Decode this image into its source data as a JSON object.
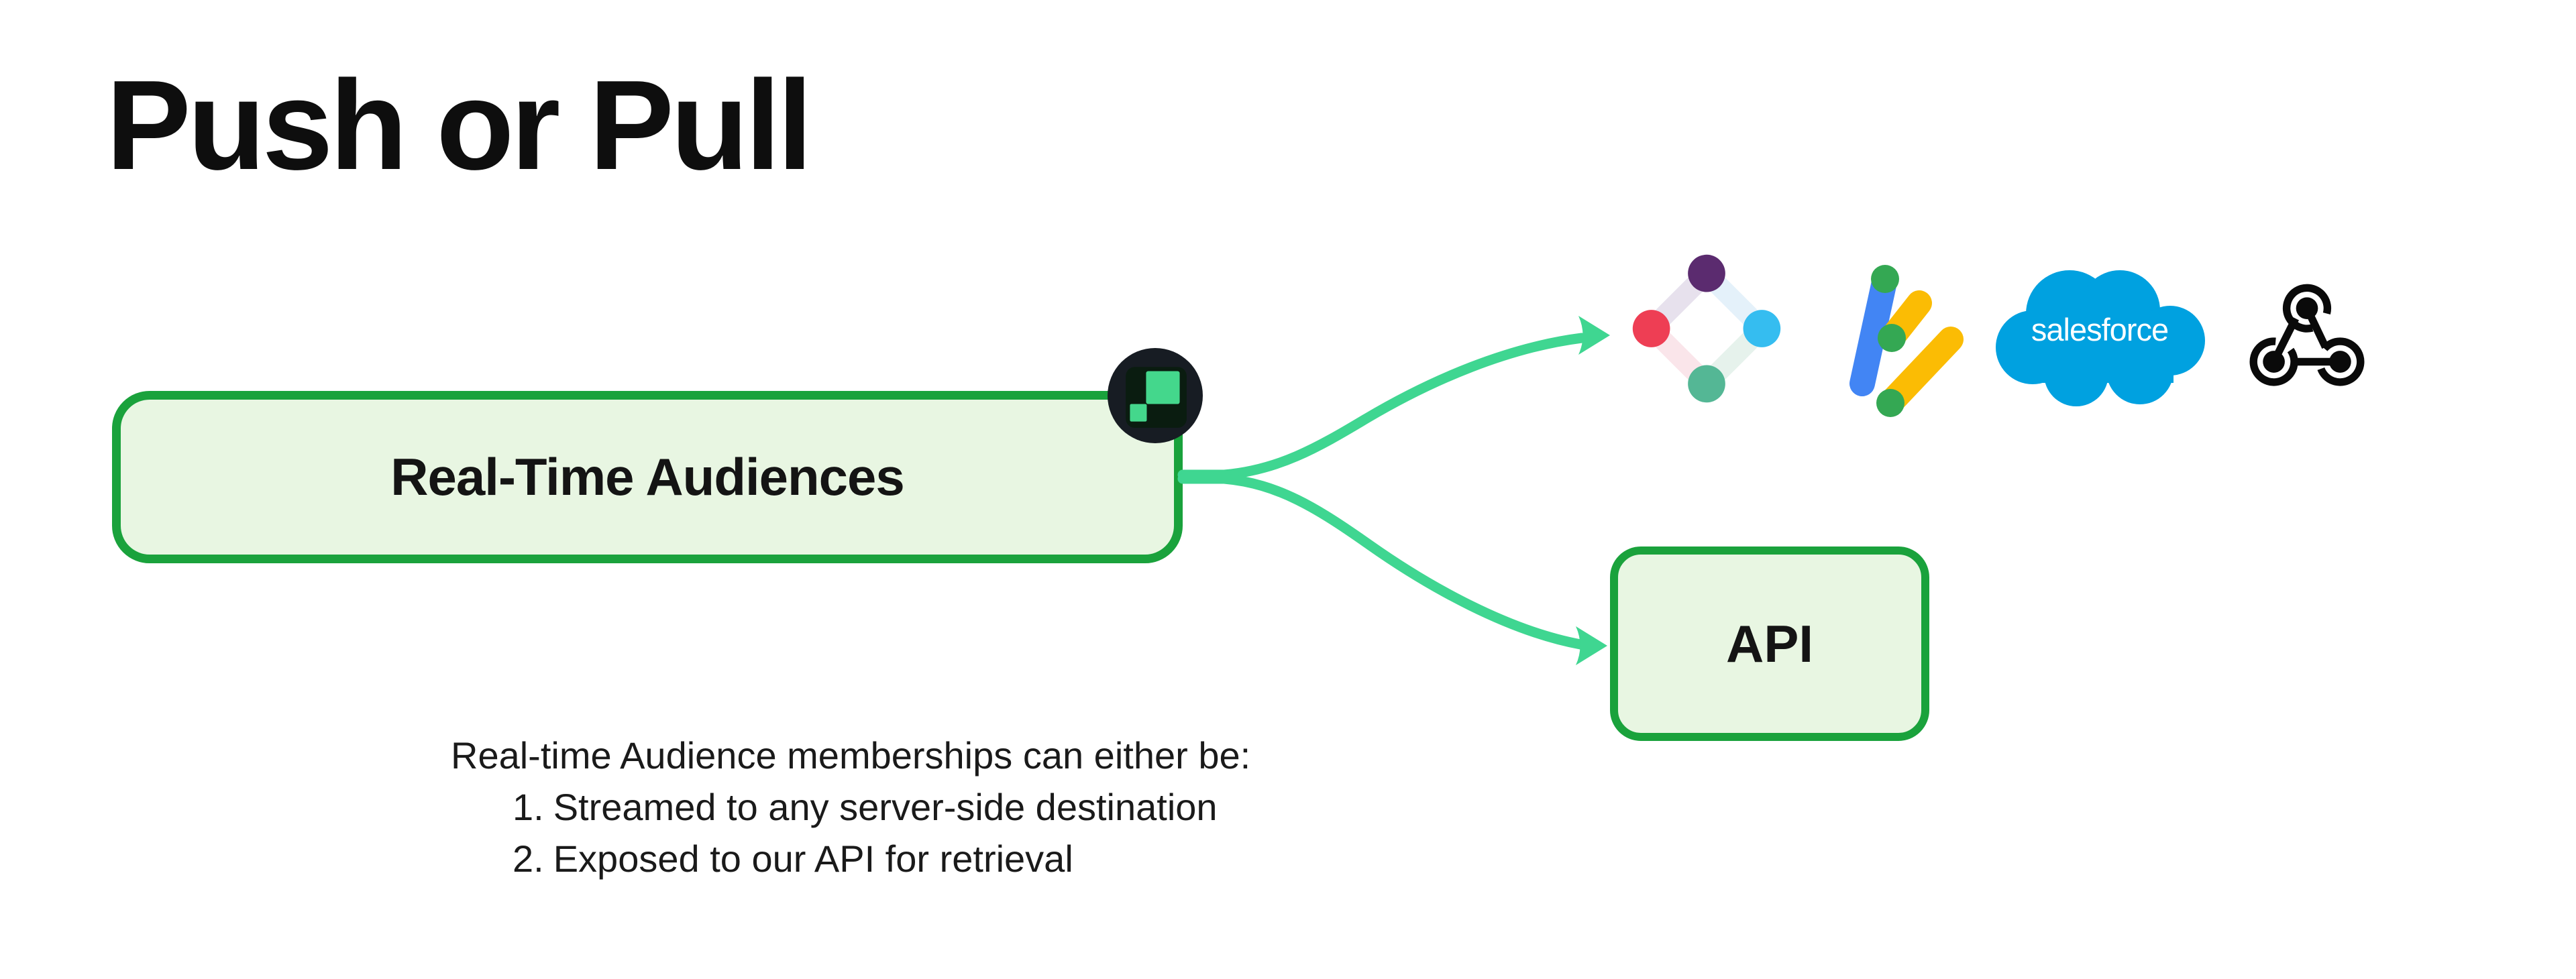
{
  "slide": {
    "title": "Push or Pull"
  },
  "source_box": {
    "label": "Real-Time Audiences"
  },
  "api_box": {
    "label": "API"
  },
  "salesforce_wordmark": "salesforce",
  "icons": {
    "badge": "mint-squares-product-badge",
    "destination_1": "iterable-diamond-logo",
    "destination_2": "google-ads-data-hub-logo",
    "destination_3": "salesforce-cloud-logo",
    "destination_4": "webhook-logo"
  },
  "notes": {
    "intro": "Real-time Audience memberships can either be:",
    "items": [
      {
        "number": "1.",
        "text": "Streamed to any server-side destination"
      },
      {
        "number": "2.",
        "text": "Exposed to our API for retrieval"
      }
    ]
  },
  "colors": {
    "text_black": "#0e0e0e",
    "arrow_green": "#3fd691",
    "box_border_green": "#1aa23c",
    "box_fill_green": "#e8f6e2",
    "badge_bg": "#171c23",
    "badge_mint": "#44d78c",
    "salesforce_blue": "#00a1e0",
    "google_blue": "#4285f4",
    "google_yellow": "#fbbc04",
    "google_green": "#34a853",
    "iterable_purple": "#5b2b6f",
    "iterable_red": "#ee3e54",
    "iterable_blue": "#35bdf0",
    "iterable_teal": "#54b795",
    "webhook_black": "#0a0a0a"
  }
}
